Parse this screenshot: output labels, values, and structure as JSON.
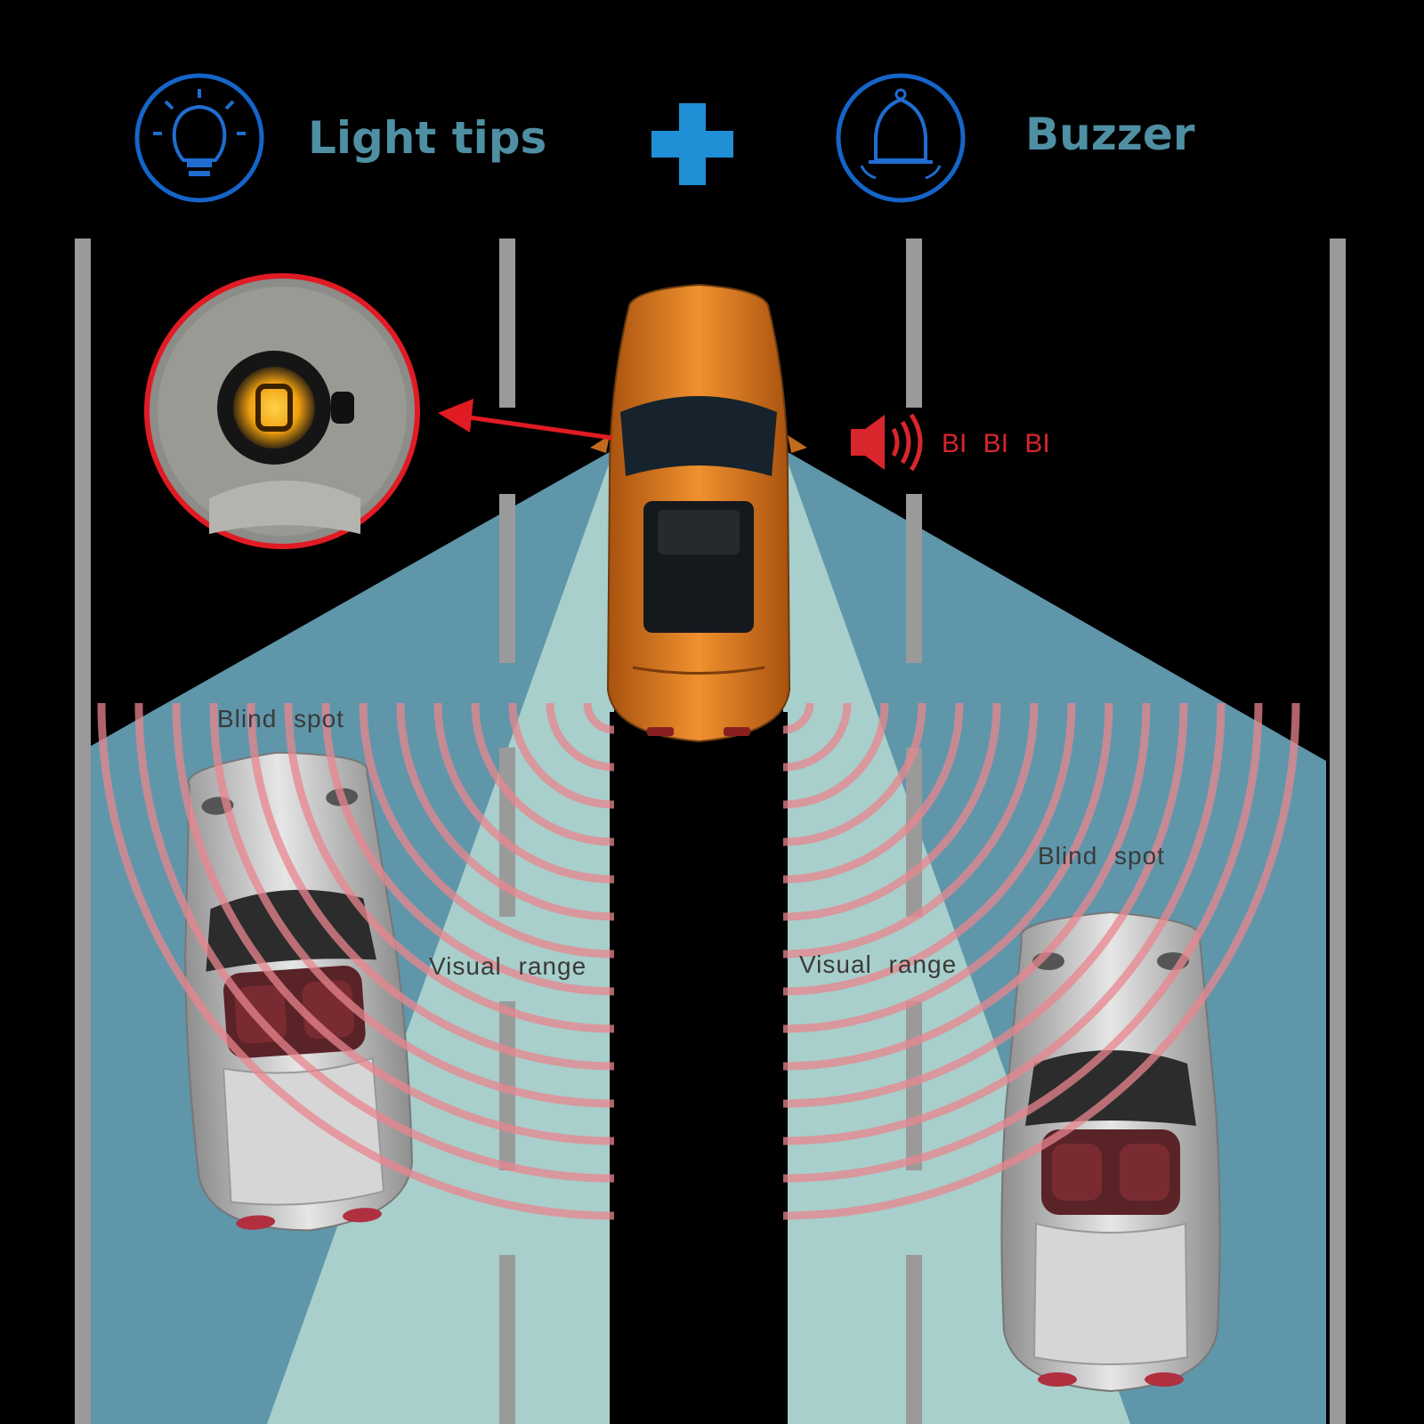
{
  "header": {
    "light_label": "Light tips",
    "buzzer_label": "Buzzer",
    "light_icon": "lightbulb-icon",
    "buzzer_icon": "bell-icon",
    "plus_icon": "plus-icon"
  },
  "alert": {
    "sound_text": "BI BI BI",
    "speaker_icon": "speaker-icon"
  },
  "zones": {
    "blind_spot_left": "Blind spot",
    "blind_spot_right": "Blind spot",
    "visual_range_left": "Visual range",
    "visual_range_right": "Visual range"
  },
  "colors": {
    "background": "#000000",
    "accent_blue": "#1565c9",
    "label_text": "#4f8fa3",
    "plus": "#1f8fd6",
    "blind_zone": "#5f96aa",
    "visual_zone": "#a8cfcb",
    "radar_wave": "#e8868e",
    "alert_red": "#d8262c",
    "main_car": "#e07f26",
    "side_car": "#c9c9c9"
  }
}
